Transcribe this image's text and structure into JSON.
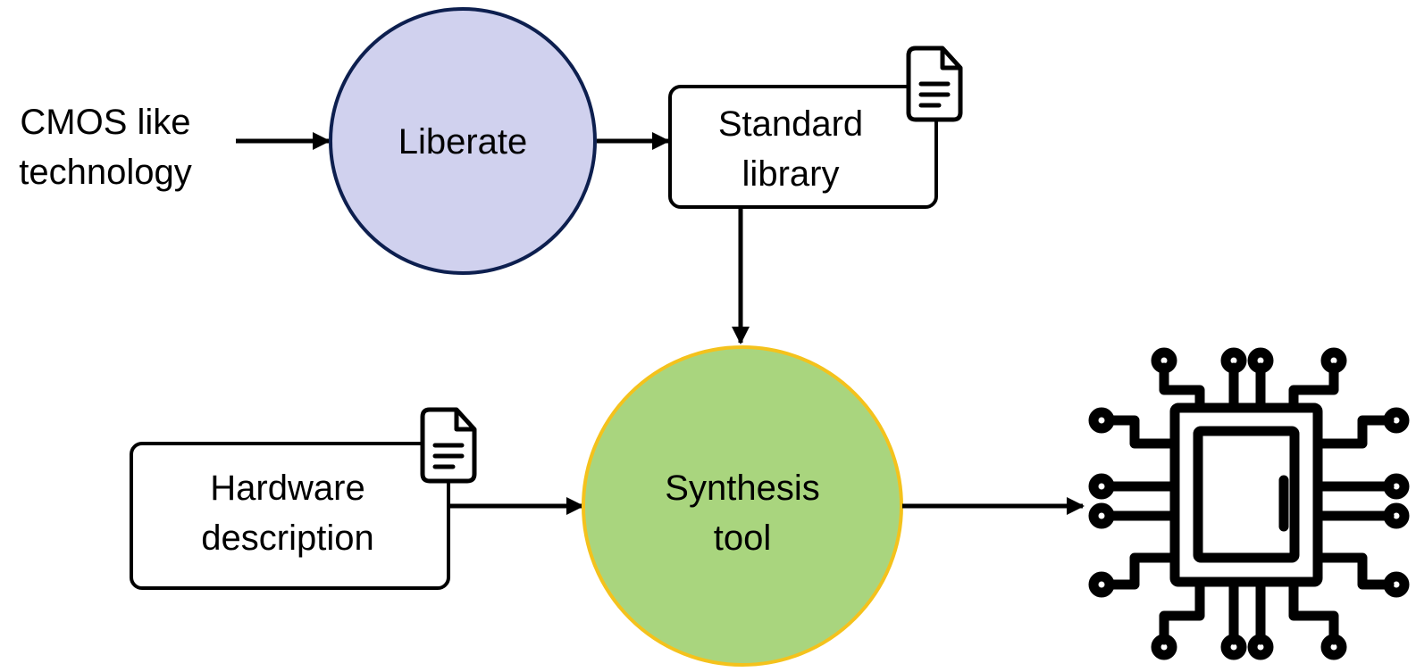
{
  "diagram": {
    "input_label": {
      "line1": "CMOS like",
      "line2": "technology"
    },
    "liberate": {
      "label": "Liberate",
      "fill": "#d0d1ee",
      "stroke": "#0d1f4f"
    },
    "standard_library": {
      "line1": "Standard",
      "line2": "library"
    },
    "hardware_description": {
      "line1": "Hardware",
      "line2": "description"
    },
    "synthesis_tool": {
      "line1": "Synthesis",
      "line2": "tool",
      "fill": "#a9d57e",
      "stroke": "#f4c21c"
    },
    "output_icon": "chip-icon",
    "document_icon": "document-icon"
  }
}
